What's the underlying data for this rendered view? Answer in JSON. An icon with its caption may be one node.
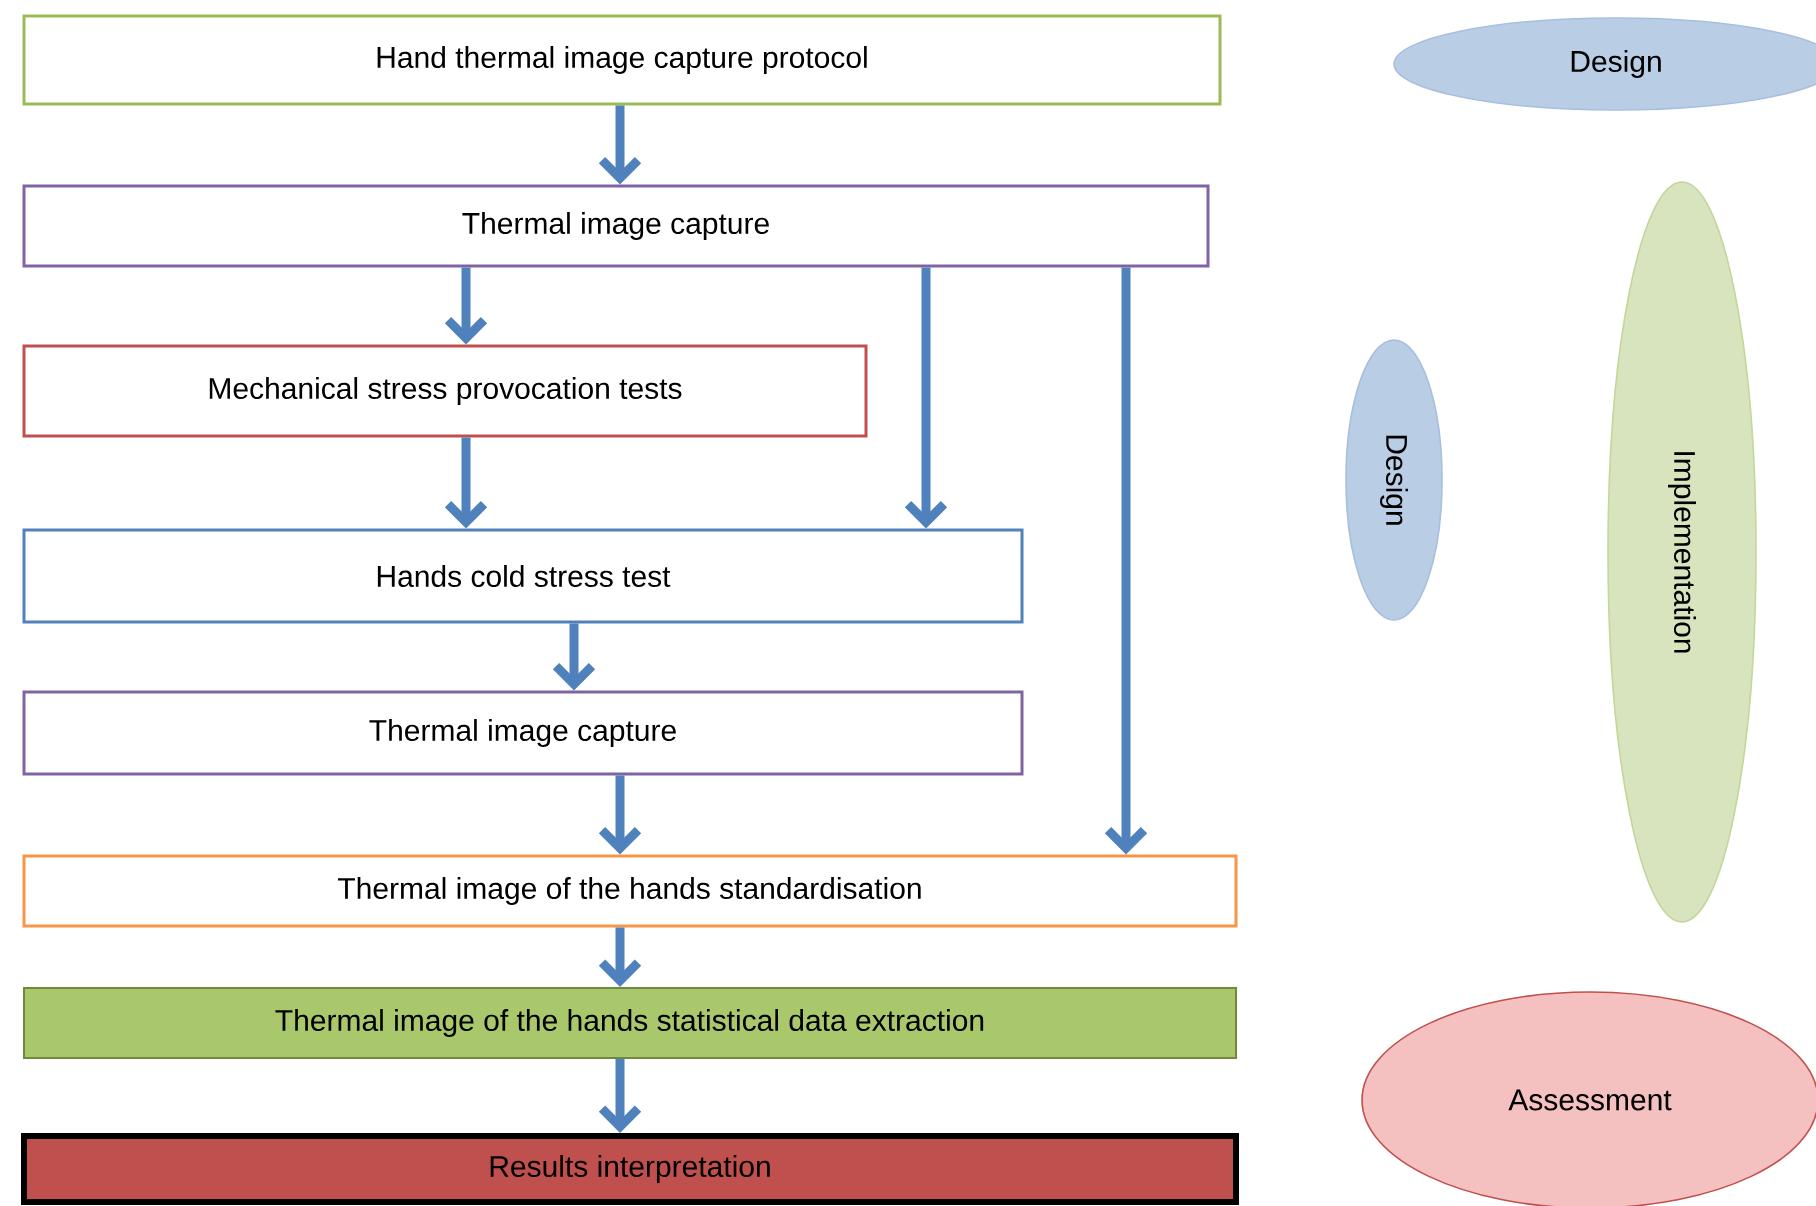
{
  "diagram": {
    "nodes": [
      {
        "text": [
          "Hand thermal image capture protocol"
        ]
      },
      {
        "text": [
          "Thermal image capture"
        ]
      },
      {
        "text": [
          "Mechanical stress provocation tests"
        ]
      },
      {
        "text": [
          "Hands cold stress test"
        ]
      },
      {
        "text": [
          "Thermal image capture"
        ]
      },
      {
        "text": [
          "Thermal image of the hands standardisation"
        ]
      },
      {
        "text": [
          "Thermal image of the hands statistical data extraction"
        ]
      },
      {
        "text": [
          "Results interpretation"
        ]
      },
      {
        "text": [
          "Design"
        ]
      },
      {
        "text": [
          "Design"
        ]
      },
      {
        "text": [
          "Implementation"
        ]
      },
      {
        "text": [
          "Assessment"
        ]
      }
    ],
    "edges": [
      {
        "from": 0,
        "to": 1,
        "arrow": "to"
      },
      {
        "from": 1,
        "to": 2,
        "arrow": "to"
      },
      {
        "from": 1,
        "to": 3,
        "arrow": "to"
      },
      {
        "from": 1,
        "to": 5,
        "arrow": "to"
      },
      {
        "from": 2,
        "to": 3,
        "arrow": "to"
      },
      {
        "from": 3,
        "to": 4,
        "arrow": "to"
      },
      {
        "from": 4,
        "to": 5,
        "arrow": "to"
      },
      {
        "from": 5,
        "to": 6,
        "arrow": "to"
      },
      {
        "from": 6,
        "to": 7,
        "arrow": "to"
      }
    ]
  }
}
